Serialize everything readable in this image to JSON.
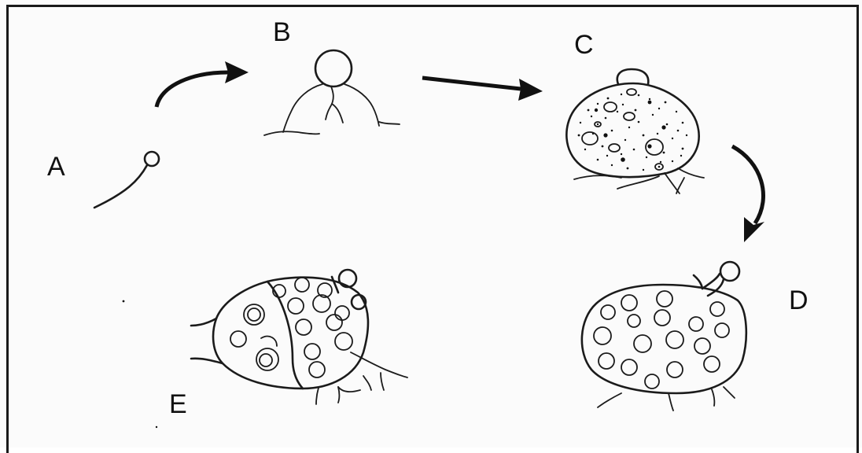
{
  "diagram": {
    "stages": [
      {
        "id": "A",
        "label": "A"
      },
      {
        "id": "B",
        "label": "B"
      },
      {
        "id": "C",
        "label": "C"
      },
      {
        "id": "D",
        "label": "D"
      },
      {
        "id": "E",
        "label": "E"
      }
    ],
    "arrows": [
      {
        "from": "A",
        "to": "B"
      },
      {
        "from": "B",
        "to": "C"
      },
      {
        "from": "C",
        "to": "D"
      }
    ],
    "colors": {
      "ink": "#1b1b1b",
      "background": "#fbfbfb"
    }
  }
}
